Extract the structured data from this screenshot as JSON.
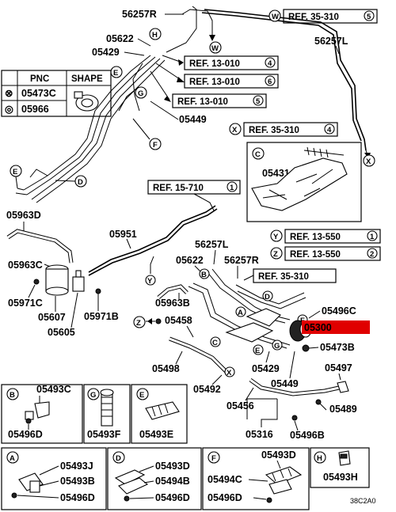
{
  "legend": {
    "headers": [
      "PNC",
      "SHAPE"
    ],
    "rows": [
      {
        "symbol": "⊗",
        "pnc": "05473C"
      },
      {
        "symbol": "◎",
        "pnc": "05966"
      }
    ]
  },
  "refs": {
    "w": "REF. 35-310",
    "w_n": "5",
    "r1": "REF. 13-010",
    "r1_n": "4",
    "r2": "REF. 13-010",
    "r2_n": "6",
    "r3": "REF. 13-010",
    "r3_n": "5",
    "x": "REF. 35-310",
    "x_n": "4",
    "r15": "REF. 15-710",
    "r15_n": "1",
    "y": "REF. 13-550",
    "y_n": "1",
    "z": "REF. 13-550",
    "z_n": "2",
    "r35": "REF. 35-310"
  },
  "letters": {
    "W": "W",
    "X": "X",
    "Y": "Y",
    "Z": "Z",
    "H": "H",
    "E": "E",
    "G": "G",
    "F": "F",
    "D": "D",
    "C": "C",
    "B": "B",
    "A": "A"
  },
  "parts": {
    "p56257R_top": "56257R",
    "p05622_top": "05622",
    "p05429_top": "05429",
    "p56257L_top": "56257L",
    "p05449_top": "05449",
    "p05431": "05431",
    "p05963D": "05963D",
    "p05951": "05951",
    "p56257L_mid": "56257L",
    "p05622_mid": "05622",
    "p56257R_mid": "56257R",
    "p05963C": "05963C",
    "p05971C": "05971C",
    "p05607": "05607",
    "p05605": "05605",
    "p05971B": "05971B",
    "p05963B": "05963B",
    "p05496C": "05496C",
    "p05458": "05458",
    "p05300": "05300",
    "p05473B": "05473B",
    "p05498": "05498",
    "p05429_mid": "05429",
    "p05497": "05497",
    "p05449_mid": "05449",
    "p05492": "05492",
    "p05489": "05489",
    "p05456": "05456",
    "p05316": "05316",
    "p05496B": "05496B"
  },
  "insets": {
    "b": {
      "p1": "05493C",
      "p2": "05496D"
    },
    "g": {
      "p1": "05493F"
    },
    "e": {
      "p1": "05493E"
    },
    "a": {
      "p1": "05493J",
      "p2": "05493B",
      "p3": "05496D"
    },
    "d": {
      "p1": "05493D",
      "p2": "05494B",
      "p3": "05496D"
    },
    "f": {
      "p1": "05493D",
      "p2": "05494C",
      "p3": "05496D"
    },
    "h": {
      "p1": "05493H"
    }
  },
  "inset_c_label": "C",
  "code": "38C2A0",
  "highlight_color": "#e00000"
}
